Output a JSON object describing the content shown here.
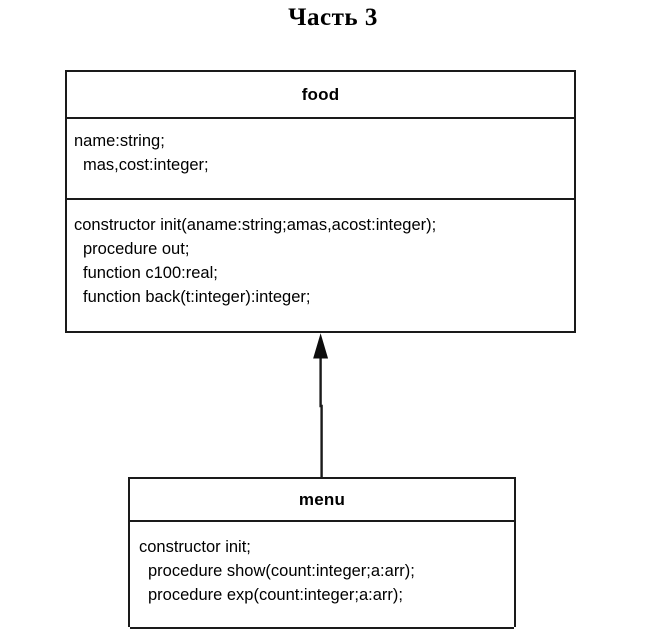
{
  "title": "Часть 3",
  "diagram": {
    "type": "uml-class-diagram",
    "classes": [
      {
        "id": "food",
        "name": "food",
        "attributes": [
          {
            "text": "name:string;",
            "indent": 0
          },
          {
            "text": "mas,cost:integer;",
            "indent": 1
          }
        ],
        "methods": [
          {
            "text": "constructor init(aname:string;amas,acost:integer);",
            "indent": 0
          },
          {
            "text": "procedure out;",
            "indent": 1
          },
          {
            "text": "function c100:real;",
            "indent": 1
          },
          {
            "text": "function back(t:integer):integer;",
            "indent": 1
          }
        ]
      },
      {
        "id": "menu",
        "name": "menu",
        "attributes": [],
        "methods": [
          {
            "text": "constructor init;",
            "indent": 0
          },
          {
            "text": "procedure show(count:integer;a:arr);",
            "indent": 1
          },
          {
            "text": "procedure exp(count:integer;a:arr);",
            "indent": 1
          }
        ]
      }
    ],
    "relationships": [
      {
        "kind": "generalization",
        "from": "menu",
        "to": "food",
        "arrow": "closed-filled-triangle"
      }
    ]
  },
  "colors": {
    "background": "#ffffff",
    "stroke": "#1a1a1a",
    "text": "#000000"
  }
}
